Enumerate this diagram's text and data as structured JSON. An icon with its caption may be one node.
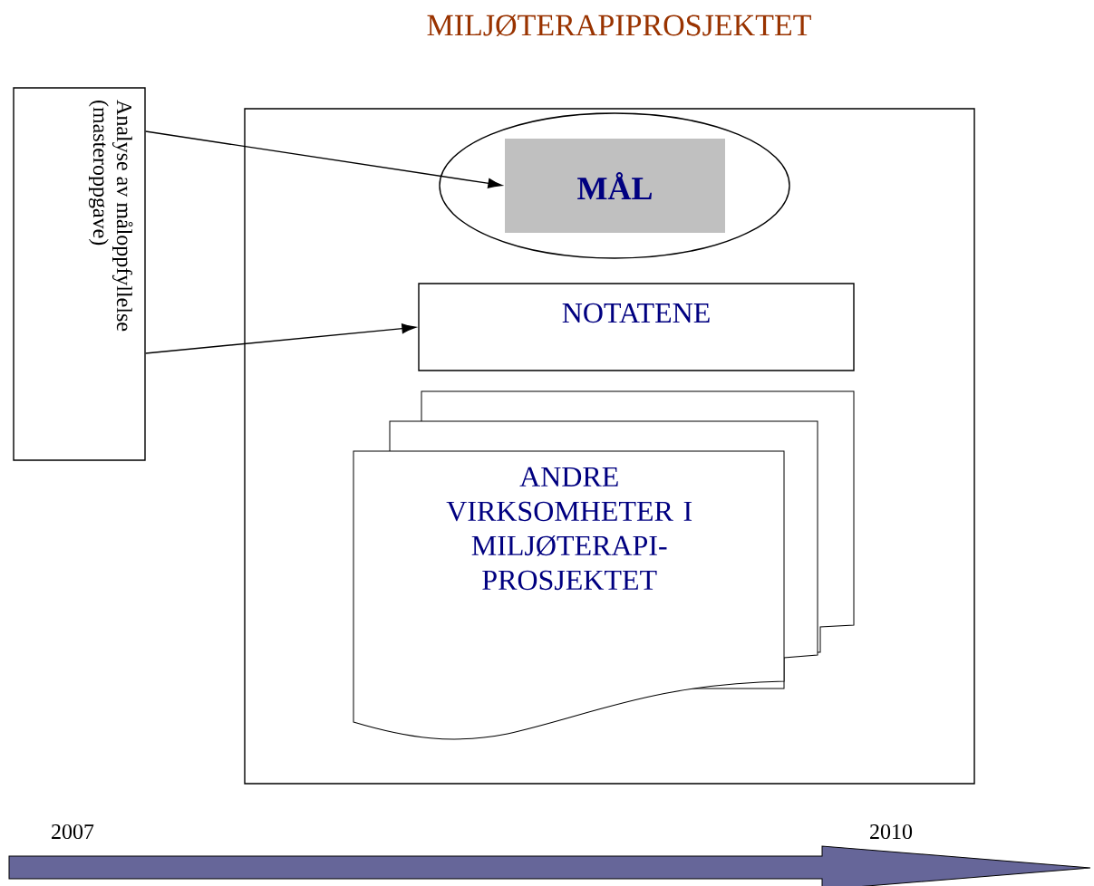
{
  "diagram": {
    "title": "MILJØTERAPIPROSJEKTET",
    "nodes": [
      {
        "text": [
          "Analyse av måloppfyllelse (masteroppgave)"
        ]
      },
      {
        "text": [],
        "shape": "box"
      },
      {
        "text": [],
        "shape": "ellipse",
        "in": 1
      },
      {
        "text": [
          "MÅL"
        ],
        "in": 2
      },
      {
        "text": [
          "NOTATENE"
        ],
        "in": 1
      },
      {
        "text": [
          "ANDRE VIRKSOMHETER I MILJØTERAPI- PROSJEKTET"
        ],
        "in": 1
      }
    ],
    "edges": [
      {
        "from": 0,
        "to": 3,
        "arrow": "to"
      },
      {
        "from": 0,
        "to": 4,
        "arrow": "to"
      }
    ],
    "labels": [
      "2007",
      "2010"
    ]
  }
}
